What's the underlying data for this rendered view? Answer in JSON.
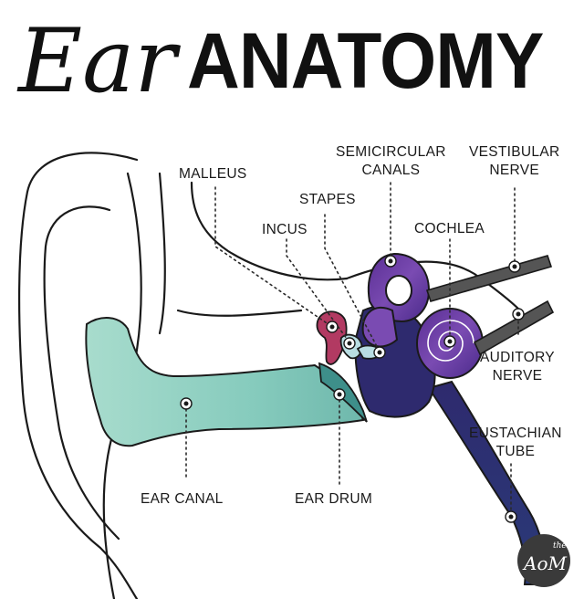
{
  "title": {
    "script_word": "Ear",
    "bold_word": "ANATOMY"
  },
  "labels": {
    "malleus": "MALLEUS",
    "incus": "INCUS",
    "stapes": "STAPES",
    "semicircular_1": "SEMICIRCULAR",
    "semicircular_2": "CANALS",
    "cochlea": "COCHLEA",
    "vestibular_1": "VESTIBULAR",
    "vestibular_2": "NERVE",
    "auditory_1": "AUDITORY",
    "auditory_2": "NERVE",
    "eustachian_1": "EUSTACHIAN",
    "eustachian_2": "TUBE",
    "ear_canal": "EAR CANAL",
    "ear_drum": "EAR DRUM"
  },
  "logo": {
    "top": "the",
    "main": "AoM"
  },
  "colors": {
    "ear_canal": "#8fd0c0",
    "ear_drum": "#3e8f8a",
    "malleus": "#b23a62",
    "incus": "#b9dde2",
    "inner_ear": "#6b3fa0",
    "eustachian": "#2a2e66",
    "nerve": "#555555"
  }
}
